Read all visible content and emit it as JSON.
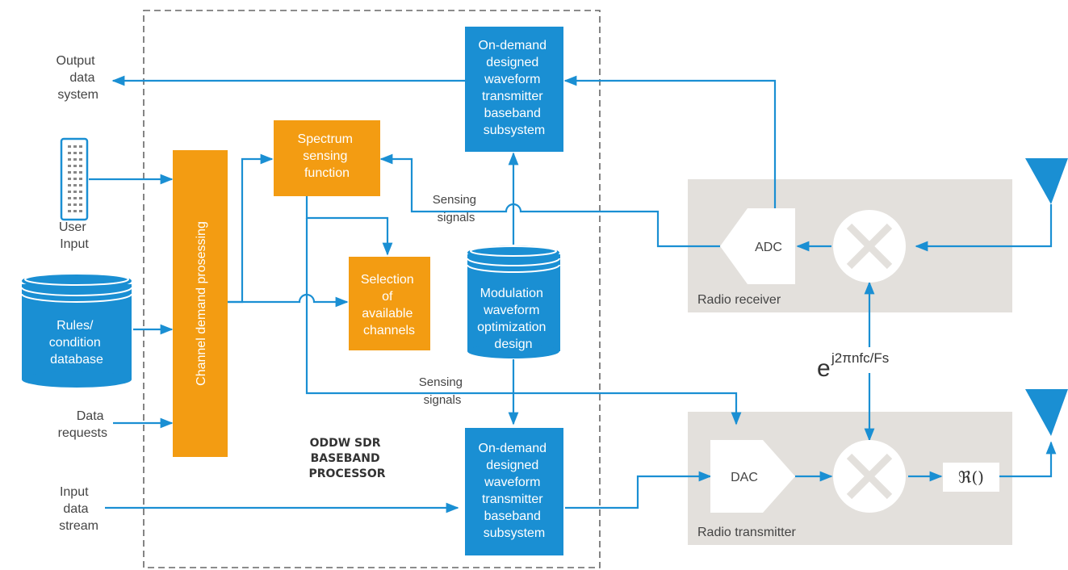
{
  "colors": {
    "blue": "#1a8fd3",
    "orange": "#f39c12",
    "grey": "#e3e0dc",
    "dashed": "#666666"
  },
  "processor_title": [
    "ODDW SDR",
    "BASEBAND",
    "PROCESSOR"
  ],
  "inputs": {
    "output_data": [
      "Output",
      "data",
      "system"
    ],
    "user_input": [
      "User",
      "Input"
    ],
    "rules_db": [
      "Rules/",
      "condition",
      "database"
    ],
    "data_requests": [
      "Data",
      "requests"
    ],
    "input_stream": [
      "Input",
      "data",
      "stream"
    ]
  },
  "channel_demand": "Channel demand prosessing",
  "spectrum_sensing": [
    "Spectrum",
    "sensing",
    "function"
  ],
  "selection": [
    "Selection",
    "of",
    "available",
    "channels"
  ],
  "modulation_db": [
    "Modulation",
    "waveform",
    "optimization",
    "design"
  ],
  "tx_top": [
    "On-demand",
    "designed",
    "waveform",
    "transmitter",
    "baseband",
    "subsystem"
  ],
  "tx_bottom": [
    "On-demand",
    "designed",
    "waveform",
    "transmitter",
    "baseband",
    "subsystem"
  ],
  "sensing_top": [
    "Sensing",
    "signals"
  ],
  "sensing_bottom": [
    "Sensing",
    "signals"
  ],
  "receiver": {
    "label": "Radio receiver",
    "adc": "ADC"
  },
  "transmitter": {
    "label": "Radio transmitter",
    "dac": "DAC",
    "real": "ℜ()"
  },
  "oscillator": {
    "base": "e",
    "exponent": "j2πnfc/Fs"
  },
  "icons": [
    "keyboard-icon",
    "database-icon",
    "antenna-icon",
    "mixer-icon"
  ]
}
